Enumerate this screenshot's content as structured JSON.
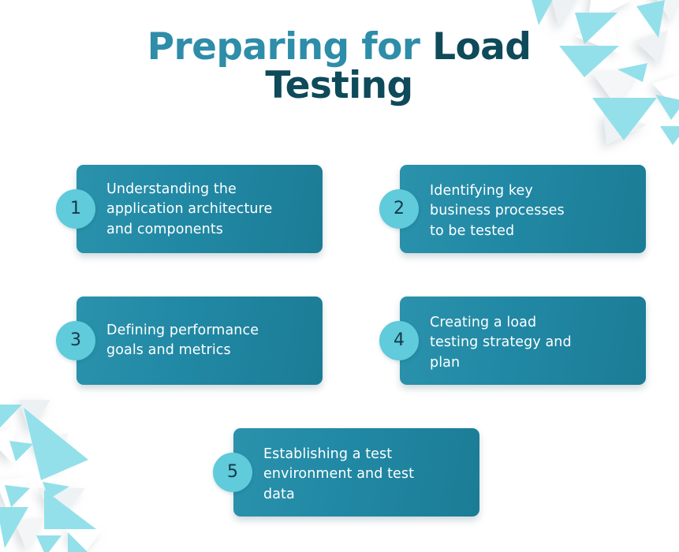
{
  "slide": {
    "background_color": "#ffffff",
    "title": {
      "line1_light": "Preparing for ",
      "line1_dark": "Load",
      "line2_dark": "Testing",
      "light_color": "#2E8DA9",
      "dark_color": "#0E4A5A"
    },
    "decoration": {
      "triangle_color": "#93E0EA",
      "triangle_gray_color": "#EAEEF0",
      "top_right_name": "triangle-cluster-top-right",
      "bottom_left_name": "triangle-cluster-bottom-left"
    },
    "card_style": {
      "gradient_start": "#2B92AC",
      "gradient_end": "#1C7C96",
      "badge_color": "#5FCBDB",
      "badge_text_color": "#15394A",
      "text_color": "#ffffff"
    },
    "steps": [
      {
        "number": "1",
        "text": "Understanding the\napplication architecture\nand components"
      },
      {
        "number": "2",
        "text": "Identifying key\nbusiness processes\nto be tested"
      },
      {
        "number": "3",
        "text": "Defining performance\ngoals and metrics"
      },
      {
        "number": "4",
        "text": "Creating a load\ntesting strategy and\nplan"
      },
      {
        "number": "5",
        "text": "Establishing a test\nenvironment and test\ndata"
      }
    ]
  }
}
